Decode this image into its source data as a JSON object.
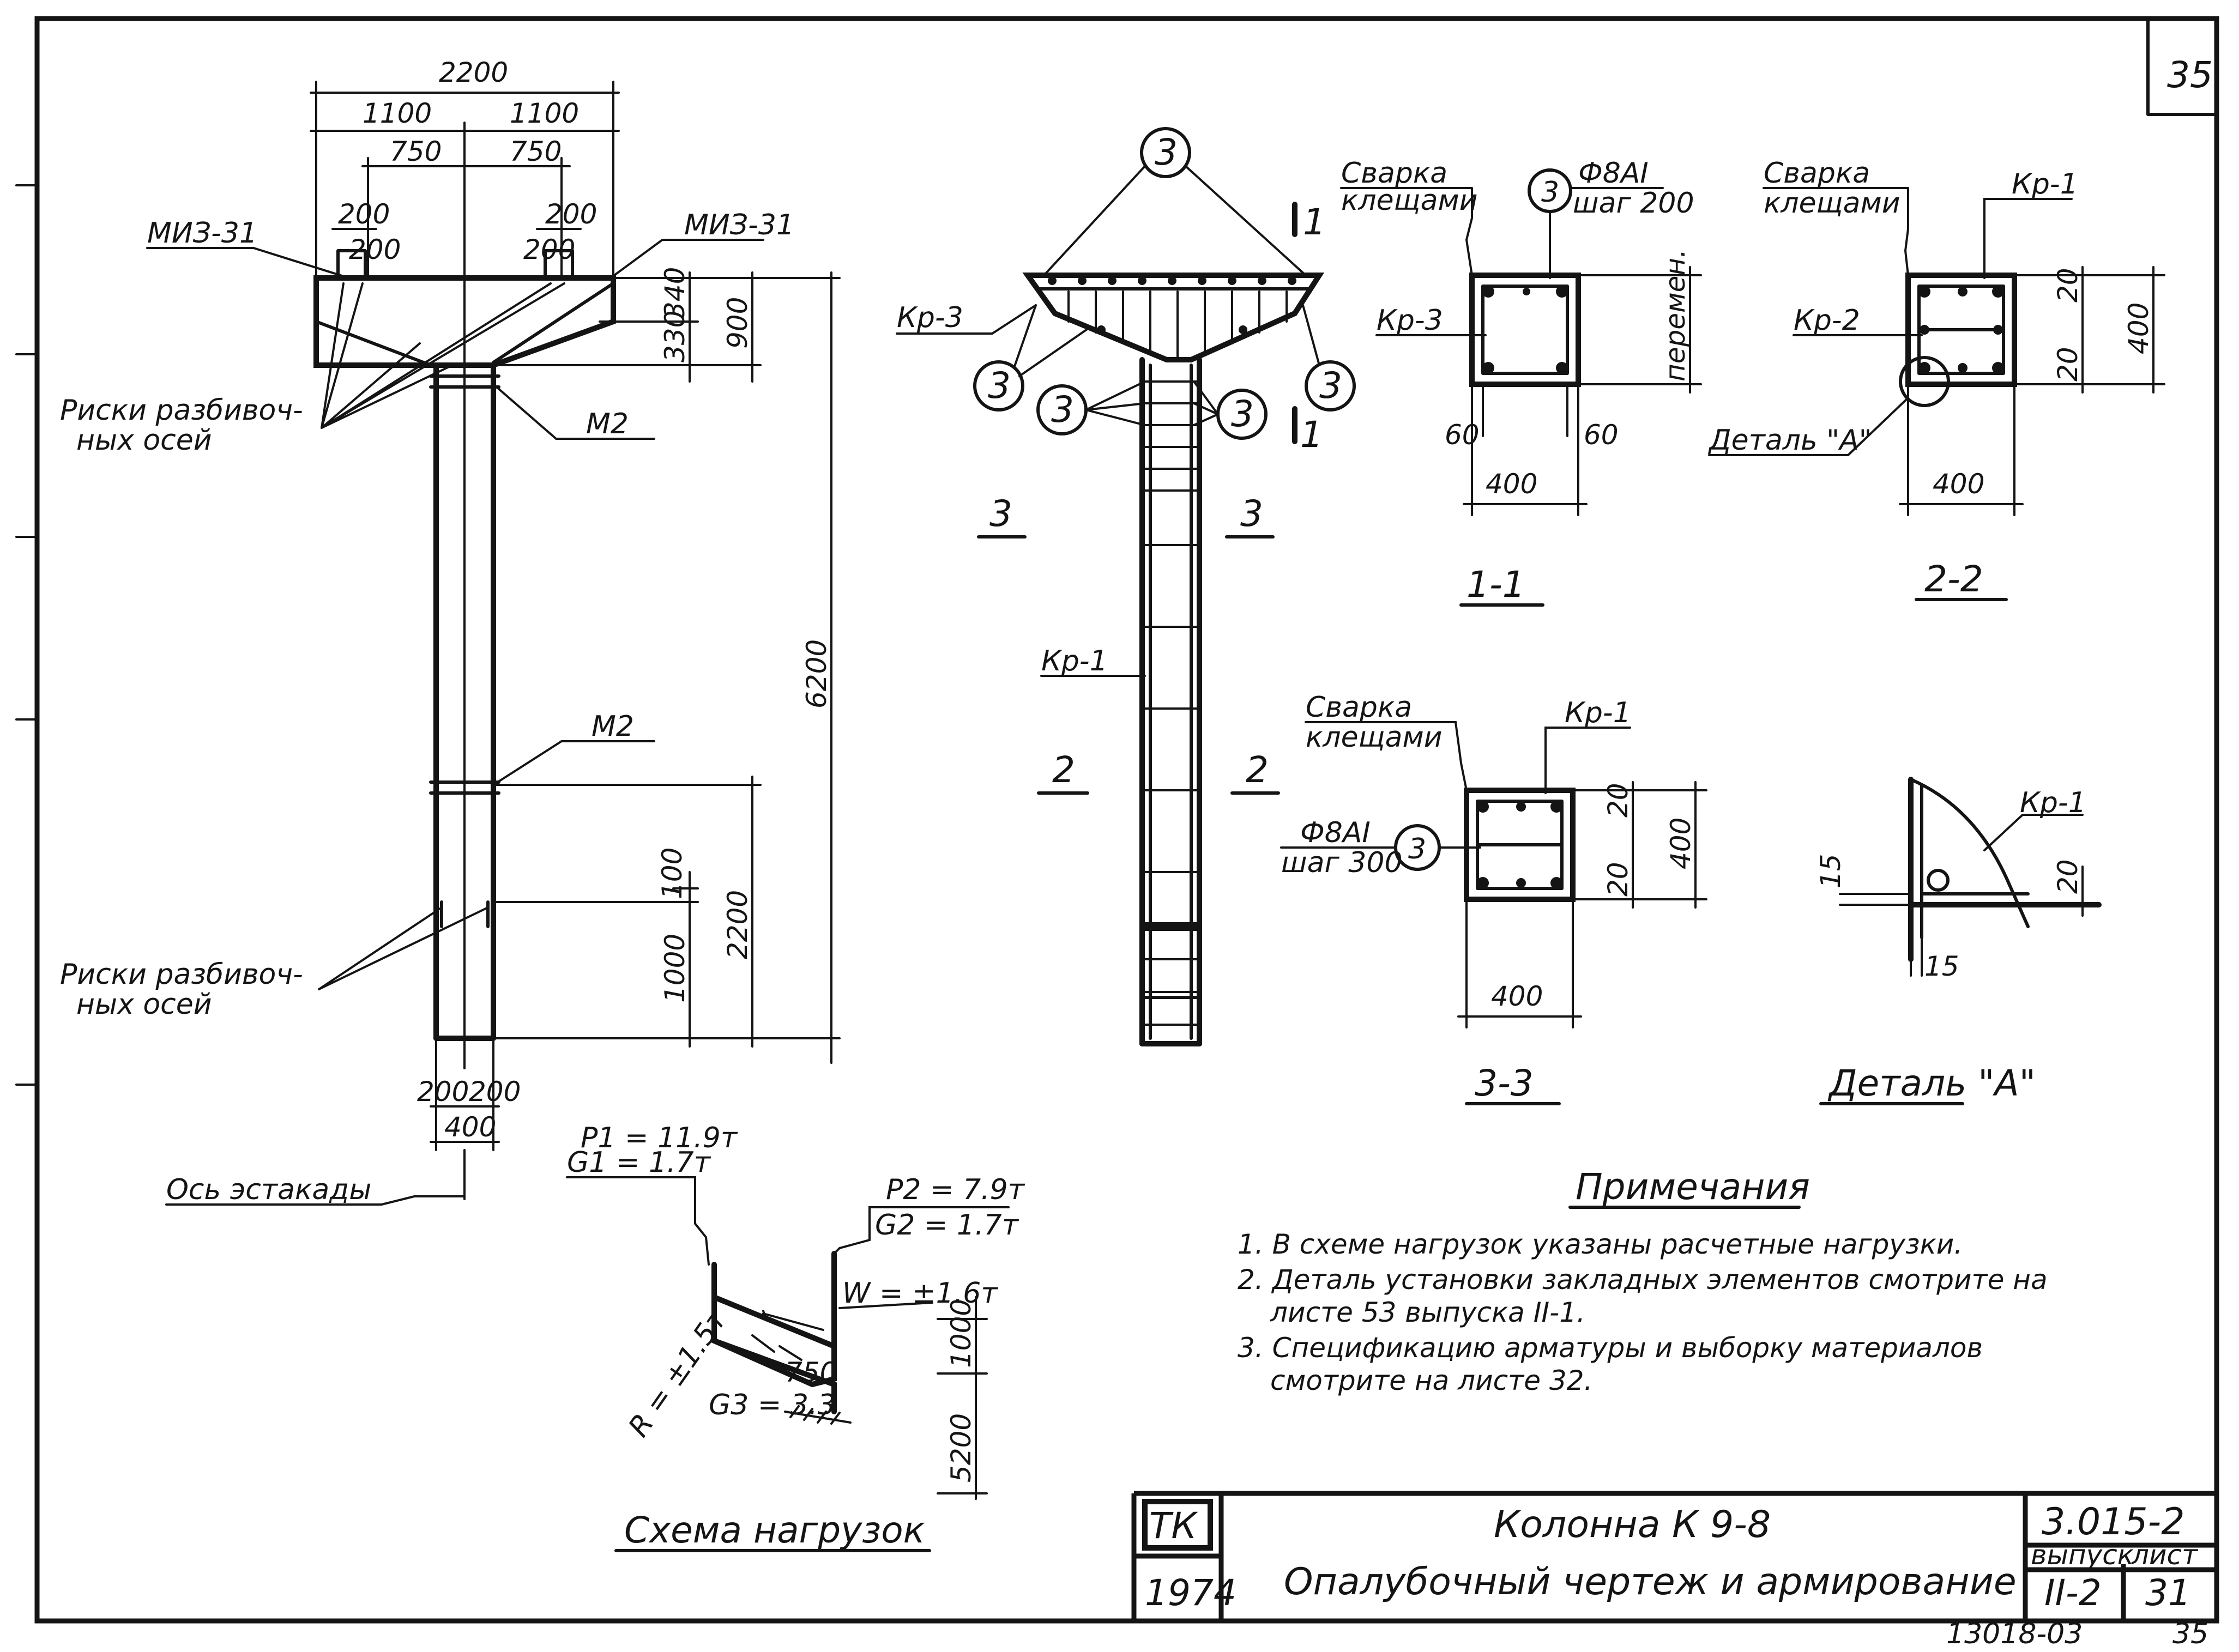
{
  "sheet": {
    "corner_number": "35",
    "stamp_org": "ТК",
    "stamp_year": "1974",
    "title_line1": "Колонна К 9-8",
    "title_line2": "Опалубочный чертеж и армирование",
    "series": "3.015-2",
    "issue_header": "выпуск",
    "sheet_header": "лист",
    "issue": "II-2",
    "sheet_no": "31",
    "archive_no": "13018-03",
    "archive_page": "35"
  },
  "elevation": {
    "dims_top": [
      "2200",
      "1100",
      "1100",
      "750",
      "750",
      "200",
      "200",
      "200",
      "200"
    ],
    "dims_right": [
      "340",
      "330",
      "900",
      "6200",
      "100",
      "1000",
      "2200"
    ],
    "dims_bottom": [
      "200",
      "200",
      "400"
    ],
    "label_emb_left": "МИЗ-31",
    "label_emb_right": "МИЗ-31",
    "label_m2_top": "М2",
    "label_m2_mid": "М2",
    "label_risks_top_1": "Риски разбивоч-",
    "label_risks_top_2": "ных осей",
    "label_risks_bot_1": "Риски разбивоч-",
    "label_risks_bot_2": "ных осей",
    "label_axis": "Ось эстакады"
  },
  "rebar": {
    "circle_mark": "3",
    "label_kr3": "Кр-3",
    "label_kr1": "Кр-1",
    "section_3": "3",
    "section_2": "2",
    "section_1": "1"
  },
  "section_1_1": {
    "title": "1-1",
    "weld_1": "Сварка",
    "weld_2": "клещами",
    "bar_1": "Ф8АI",
    "bar_2": "шаг 200",
    "label_kr3": "Кр-3",
    "label_var": "перемен.",
    "dim_60_l": "60",
    "dim_60_r": "60",
    "dim_400": "400",
    "circle_mark": "3"
  },
  "section_2_2": {
    "title": "2-2",
    "weld_1": "Сварка",
    "weld_2": "клещами",
    "label_kr1": "Кр-1",
    "label_kr2": "Кр-2",
    "label_detail": "Деталь \"А\"",
    "dim_20_t": "20",
    "dim_20_b": "20",
    "dim_400_v": "400",
    "dim_400_h": "400"
  },
  "section_3_3": {
    "title": "3-3",
    "weld_1": "Сварка",
    "weld_2": "клещами",
    "label_kr1": "Кр-1",
    "bar_1": "Ф8АI",
    "bar_2": "шаг 300",
    "dim_20_t": "20",
    "dim_20_b": "20",
    "dim_400_v": "400",
    "dim_400_h": "400",
    "circle_mark": "3"
  },
  "detail_a": {
    "title": "Деталь \"А\"",
    "label_kr1": "Кр-1",
    "dim_15_l": "15",
    "dim_15_b": "15",
    "dim_20": "20"
  },
  "loads": {
    "title": "Схема нагрузок",
    "p1": "P1 = 11.9т",
    "g1": "G1 = 1.7т",
    "p2": "P2 = 7.9т",
    "g2": "G2 = 1.7т",
    "w": "W = ±1.6т",
    "g3": "G3 = 3.3",
    "r": "R = ±1.5т",
    "dim_750": "750",
    "dim_1000": "1000",
    "dim_5200": "5200"
  },
  "notes": {
    "title": "Примечания",
    "items": [
      "1. В схеме нагрузок указаны расчетные нагрузки.",
      "2. Деталь установки закладных элементов смотрите на",
      "листе 53 выпуска II-1.",
      "3. Спецификацию арматуры и выборку материалов",
      "смотрите на листе 32."
    ]
  }
}
